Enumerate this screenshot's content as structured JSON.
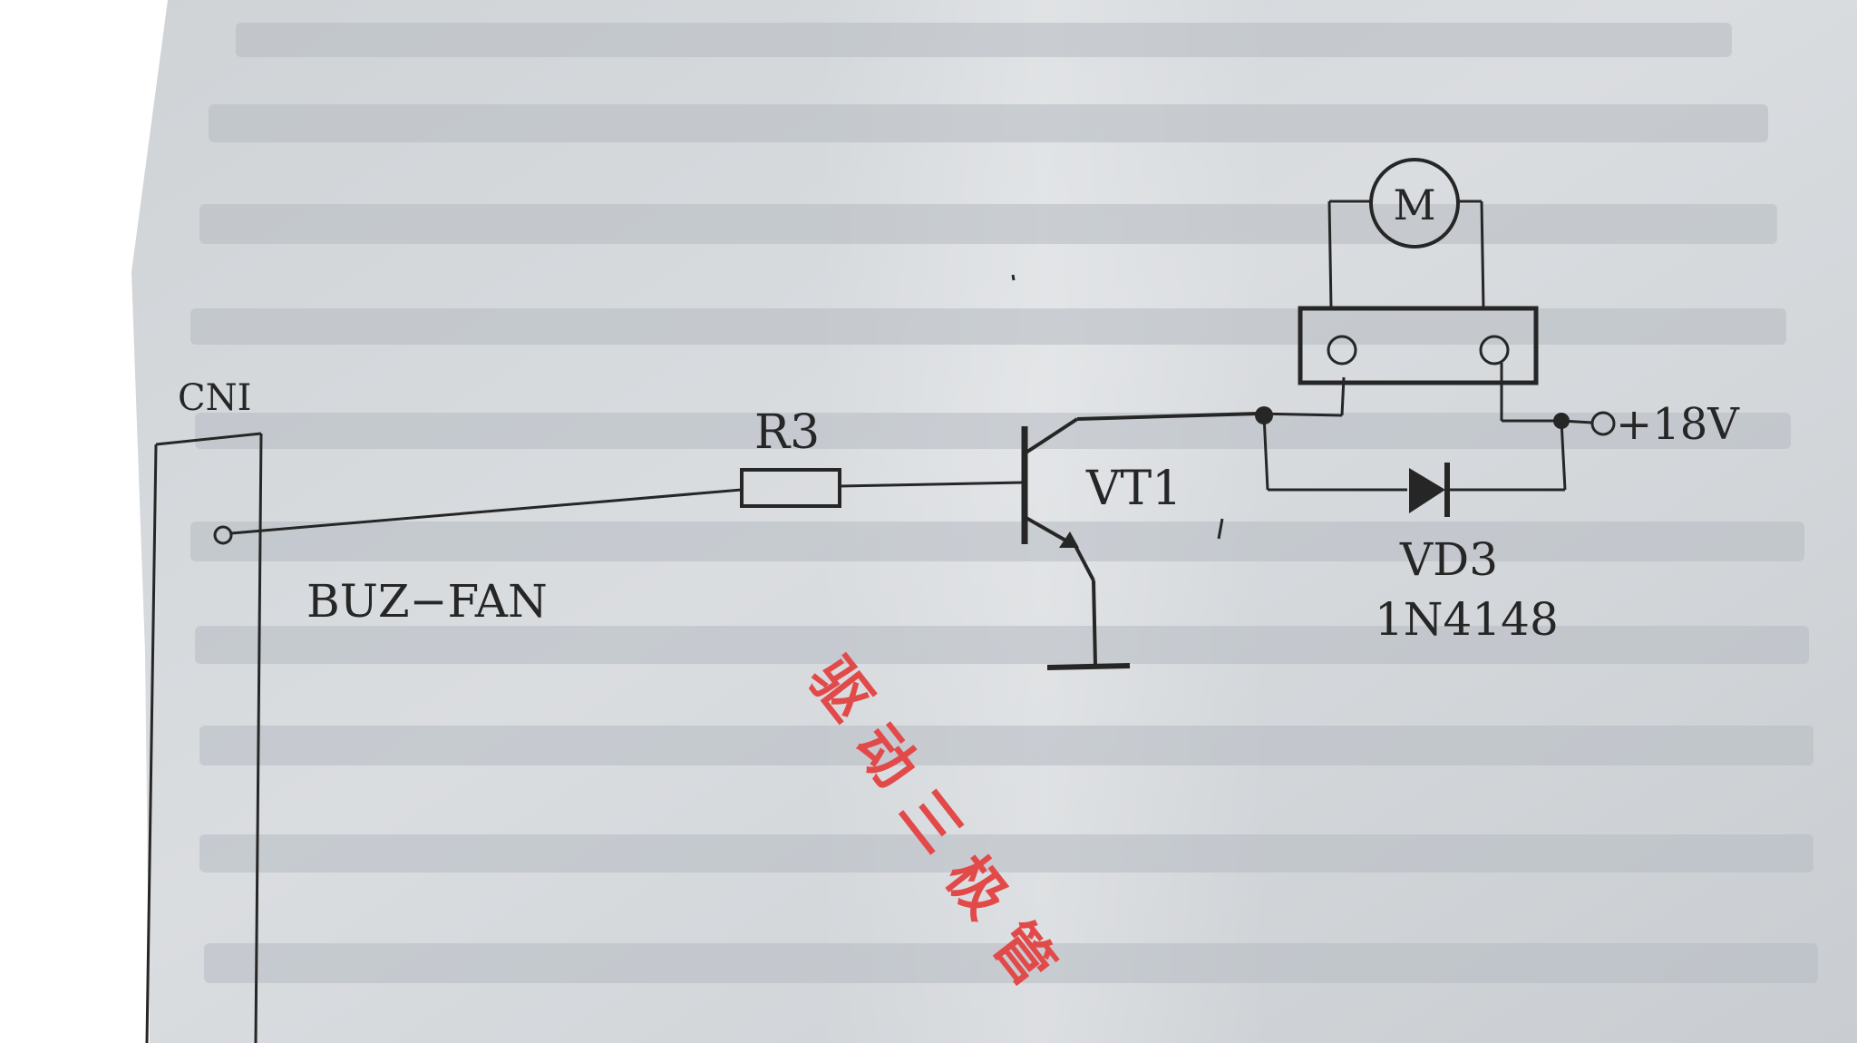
{
  "connector": {
    "label": "CNI",
    "signal": "BUZ−FAN"
  },
  "resistor": {
    "label": "R3"
  },
  "transistor": {
    "label": "VT1"
  },
  "motor": {
    "label": "M"
  },
  "supply": {
    "label": "+18V"
  },
  "diode": {
    "ref": "VD3",
    "part": "1N4148"
  },
  "annotation": {
    "chars": [
      "驱",
      "动",
      "三",
      "极",
      "管"
    ]
  },
  "colors": {
    "paper": "#d6d9dc",
    "ink": "#262626",
    "annotation": "#e24a4a"
  }
}
